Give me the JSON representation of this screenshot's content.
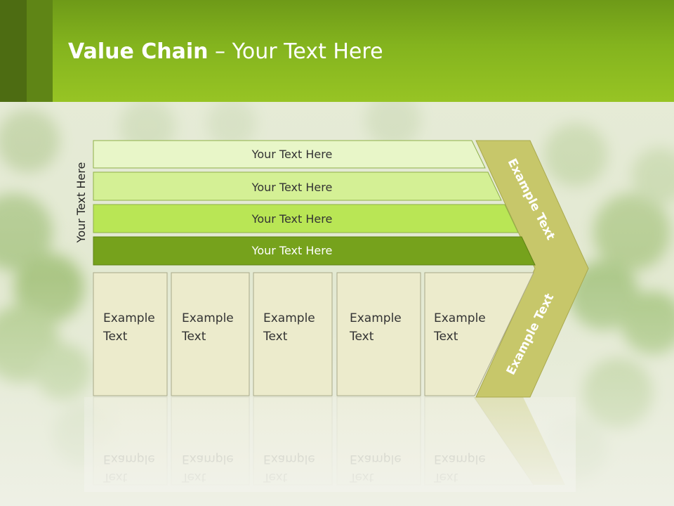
{
  "slide": {
    "title_bold": "Value Chain",
    "title_rest": " – Your Text Here",
    "vertical_label": "Your Text Here",
    "bars": [
      {
        "label": "Your Text Here",
        "fill": "#e8f6c8"
      },
      {
        "label": "Your Text Here",
        "fill": "#d4f095"
      },
      {
        "label": "Your Text Here",
        "fill": "#b9e655"
      },
      {
        "label": "Your Text Here",
        "fill": "#76a21c"
      }
    ],
    "columns": [
      {
        "line1": "Example",
        "line2": "Text"
      },
      {
        "line1": "Example",
        "line2": "Text"
      },
      {
        "line1": "Example",
        "line2": "Text"
      },
      {
        "line1": "Example",
        "line2": "Text"
      },
      {
        "line1": "Example",
        "line2": "Text"
      }
    ],
    "chevron_upper_text": "Example Text",
    "chevron_lower_text": "Example Text",
    "colors": {
      "header": "#84b41e",
      "chevron": "#c7c76a",
      "box_fill": "#ecebcc",
      "box_border": "#a8a888"
    }
  }
}
